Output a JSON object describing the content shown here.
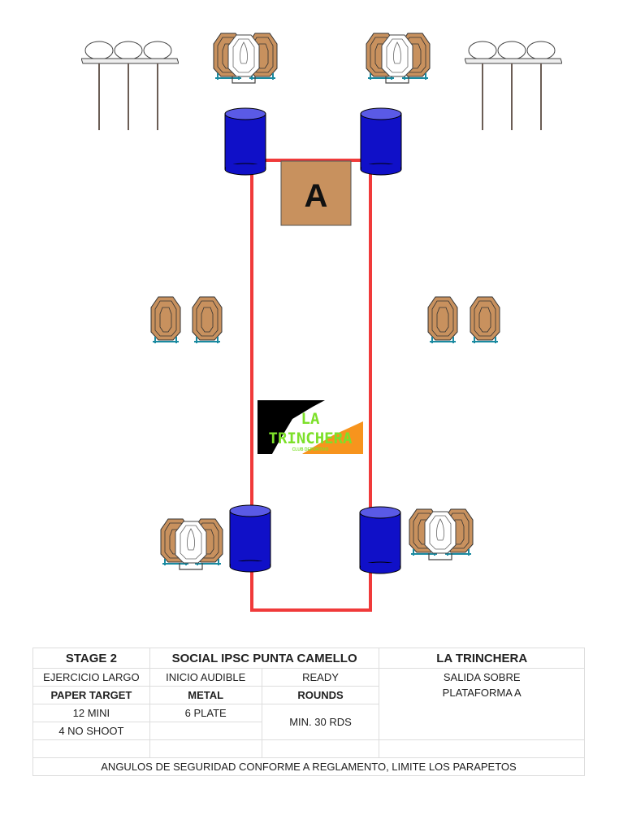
{
  "diagram": {
    "start_box_label": "A",
    "logo": {
      "title": "LA TRINCHERA",
      "subtitle": "CLUB DEPORTIVO"
    }
  },
  "table": {
    "stage": "STAGE 2",
    "match": "SOCIAL IPSC PUNTA CAMELLO",
    "club": "LA TRINCHERA",
    "exercise": "EJERCICIO LARGO",
    "start_signal": "INICIO AUDIBLE",
    "ready": "READY",
    "start_position_1": "SALIDA SOBRE",
    "start_position_2": "PLATAFORMA A",
    "paper_header": "PAPER TARGET",
    "metal_header": "METAL",
    "rounds_header": "ROUNDS",
    "paper_1": "12 MINI",
    "paper_2": "4 NO SHOOT",
    "metal_1": "6 PLATE",
    "rounds_value": "MIN. 30 RDS",
    "notes": "ANGULOS DE SEGURIDAD CONFORME A REGLAMENTO, LIMITE LOS PARAPETOS"
  },
  "colors": {
    "fault_line": "#f03a3a",
    "barrel": "#1010c8",
    "target": "#c8915e",
    "start_box": "#c8915e"
  }
}
